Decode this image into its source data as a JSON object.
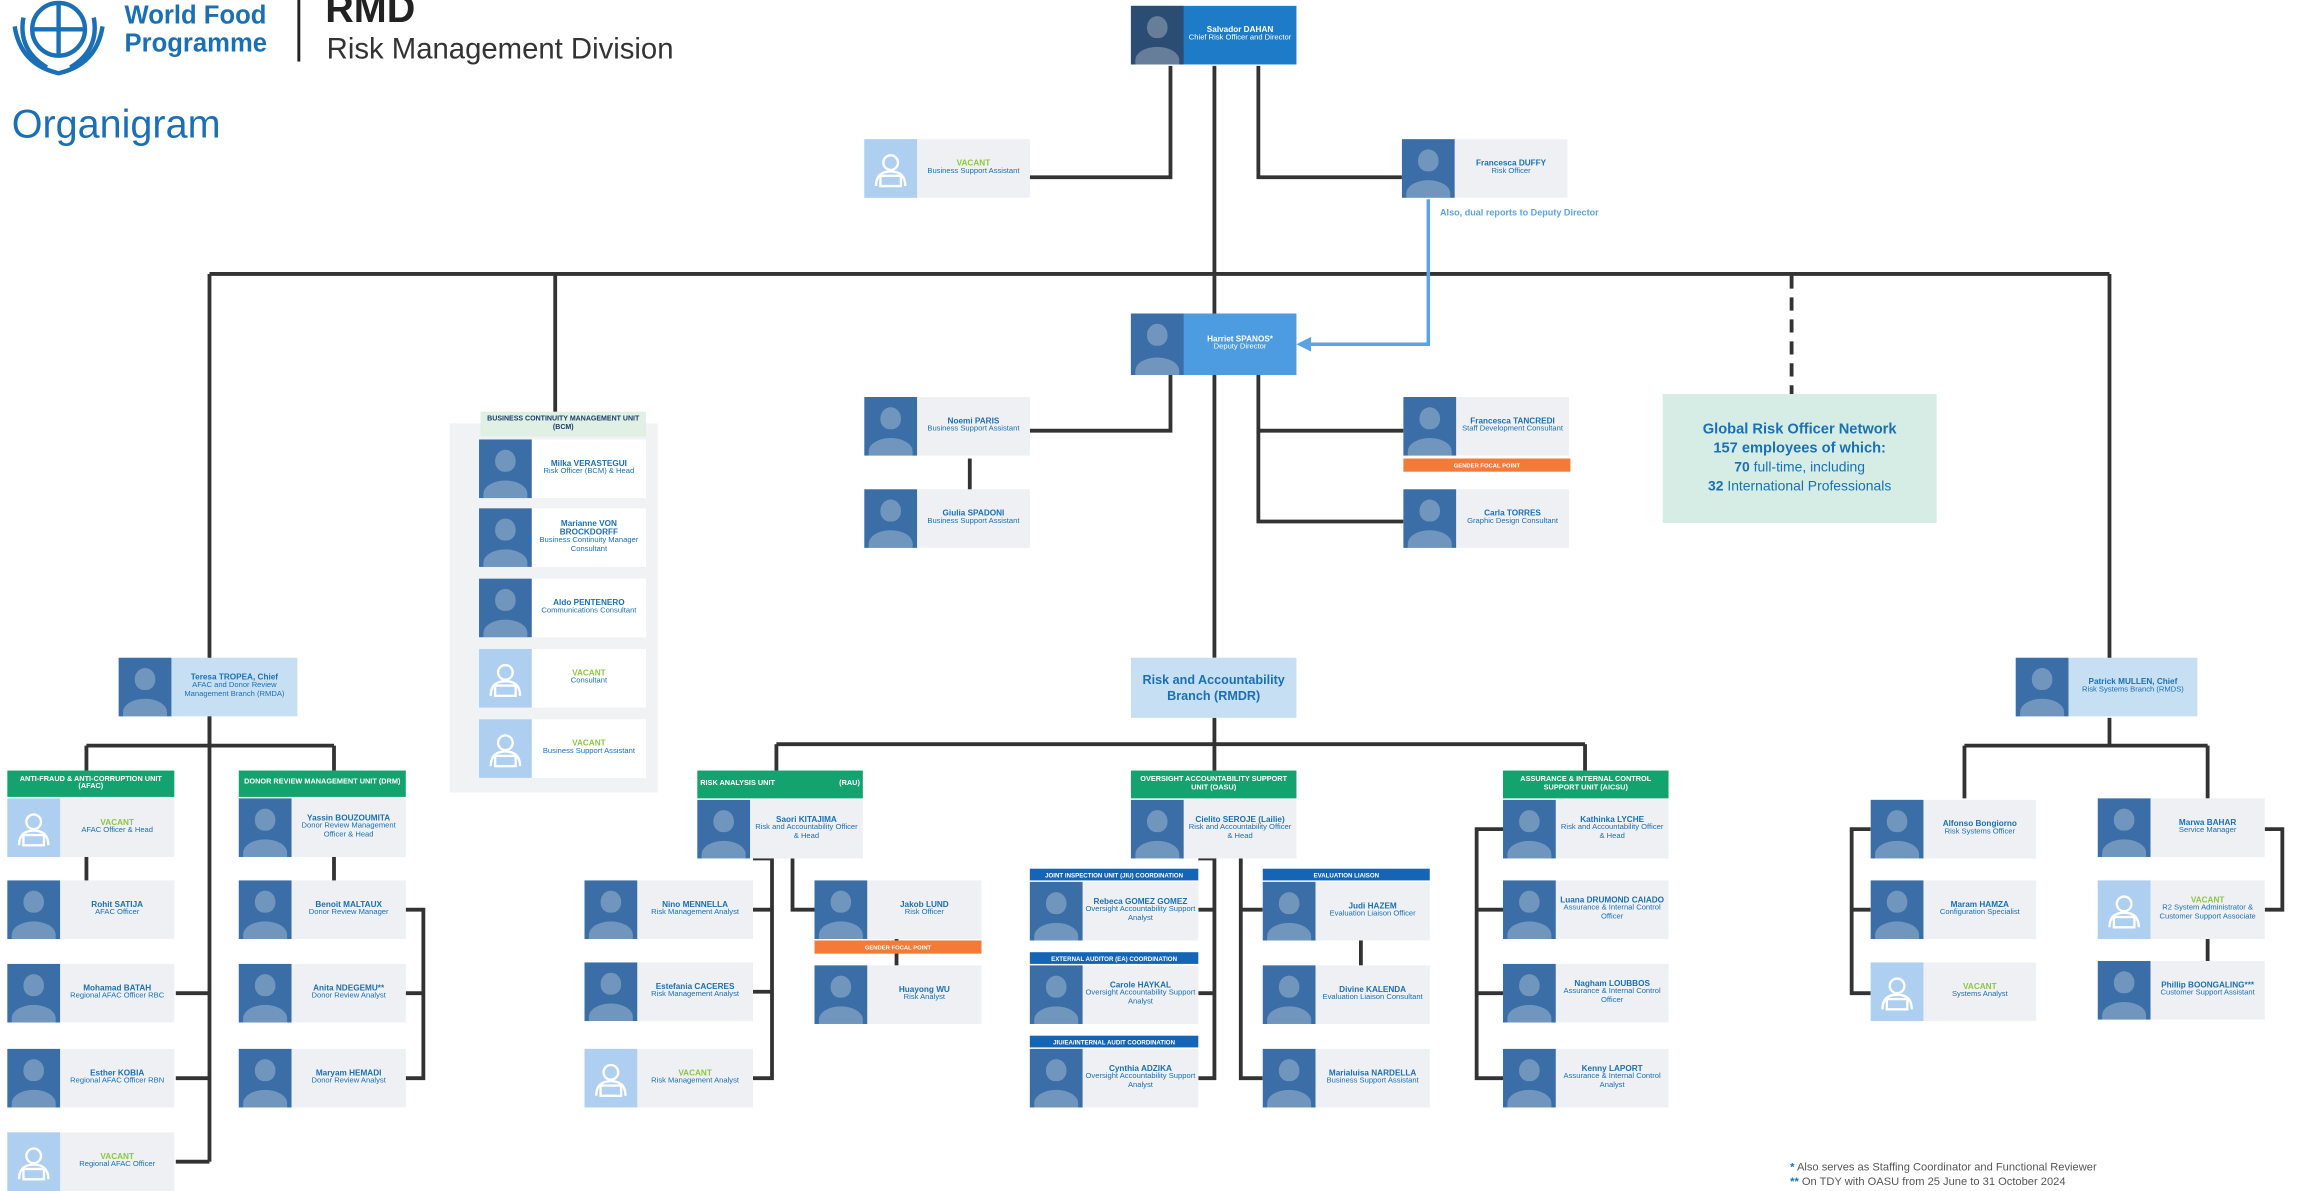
{
  "header": {
    "org_name_line1": "World Food",
    "org_name_line2": "Programme",
    "division_abbr": "RMD",
    "division_name": "Risk Management Division",
    "page_title": "Organigram"
  },
  "people": {
    "director": {
      "name": "Salvador DAHAN",
      "title": "Chief Risk Officer and Director"
    },
    "bsa_vacant_top": {
      "name": "VACANT",
      "title": "Business Support Assistant"
    },
    "duffy": {
      "name": "Francesca DUFFY",
      "title": "Risk Officer"
    },
    "deputy": {
      "name": "Harriet SPANOS*",
      "title": "Deputy Director"
    },
    "paris": {
      "name": "Noemi PARIS",
      "title": "Business Support Assistant"
    },
    "spadoni": {
      "name": "Giulia SPADONI",
      "title": "Business Support Assistant"
    },
    "tancredi": {
      "name": "Francesca TANCREDI",
      "title": "Staff Development Consultant"
    },
    "torres": {
      "name": "Carla TORRES",
      "title": "Graphic Design Consultant"
    },
    "verastegui": {
      "name": "Milka VERASTEGUI",
      "title": "Risk Officer (BCM) & Head"
    },
    "vonbrockdorff": {
      "name": "Marianne VON BROCKDORFF",
      "title": "Business Continuity Manager Consultant"
    },
    "pentenero": {
      "name": "Aldo PENTENERO",
      "title": "Communications Consultant"
    },
    "bcm_vacant1": {
      "name": "VACANT",
      "title": "Consultant"
    },
    "bcm_vacant2": {
      "name": "VACANT",
      "title": "Business Support Assistant"
    },
    "tropea": {
      "name": "Teresa TROPEA, Chief",
      "title": "AFAC and Donor Review Management Branch (RMDA)"
    },
    "afac_vacant_head": {
      "name": "VACANT",
      "title": "AFAC Officer & Head"
    },
    "satija": {
      "name": "Rohit SATIJA",
      "title": "AFAC Officer"
    },
    "batah": {
      "name": "Mohamad BATAH",
      "title": "Regional AFAC Officer RBC"
    },
    "kobia": {
      "name": "Esther KOBIA",
      "title": "Regional AFAC Officer RBN"
    },
    "afac_vacant_reg": {
      "name": "VACANT",
      "title": "Regional AFAC Officer"
    },
    "bouzoumita": {
      "name": "Yassin BOUZOUMITA",
      "title": "Donor Review Management Officer & Head"
    },
    "maltaux": {
      "name": "Benoit MALTAUX",
      "title": "Donor Review Manager"
    },
    "ndegemu": {
      "name": "Anita NDEGEMU**",
      "title": "Donor Review Analyst"
    },
    "hemadi": {
      "name": "Maryam HEMADI",
      "title": "Donor Review Analyst"
    },
    "kitajima": {
      "name": "Saori KITAJIMA",
      "title": "Risk and Accountability Officer & Head"
    },
    "mennella": {
      "name": "Nino MENNELLA",
      "title": "Risk Management Analyst"
    },
    "caceres": {
      "name": "Estefania CACERES",
      "title": "Risk Management Analyst"
    },
    "rau_vacant": {
      "name": "VACANT",
      "title": "Risk Management Analyst"
    },
    "lund": {
      "name": "Jakob LUND",
      "title": "Risk Officer"
    },
    "wu": {
      "name": "Huayong WU",
      "title": "Risk Analyst"
    },
    "seroje": {
      "name": "Cielito SEROJE (Lailie)",
      "title": "Risk and Accountability Officer & Head"
    },
    "gomez": {
      "name": "Rebeca GOMEZ GOMEZ",
      "title": "Oversight Accountability Support Analyst"
    },
    "haykal": {
      "name": "Carole HAYKAL",
      "title": "Oversight Accountability Support Analyst"
    },
    "adzika": {
      "name": "Cynthia ADZIKA",
      "title": "Oversight Accountability Support Analyst"
    },
    "hazem": {
      "name": "Judi HAZEM",
      "title": "Evaluation Liaison Officer"
    },
    "kalenda": {
      "name": "Divine KALENDA",
      "title": "Evaluation Liaison Consultant"
    },
    "nardella": {
      "name": "Marialuisa NARDELLA",
      "title": "Business Support Assistant"
    },
    "lyche": {
      "name": "Kathinka LYCHE",
      "title": "Risk and Accountability Officer & Head"
    },
    "drumond": {
      "name": "Luana DRUMOND CAIADO",
      "title": "Assurance & Internal Control Officer"
    },
    "loubbos": {
      "name": "Nagham LOUBBOS",
      "title": "Assurance & Internal Control Officer"
    },
    "laport": {
      "name": "Kenny LAPORT",
      "title": "Assurance & Internal Control Analyst"
    },
    "mullen": {
      "name": "Patrick MULLEN, Chief",
      "title": "Risk Systems Branch (RMDS)"
    },
    "bongiorno": {
      "name": "Alfonso Bongiorno",
      "title": "Risk Systems Officer"
    },
    "hamza": {
      "name": "Maram HAMZA",
      "title": "Configuration Specialist"
    },
    "rmds_vacant1": {
      "name": "VACANT",
      "title": "Systems Analyst"
    },
    "bahar": {
      "name": "Marwa BAHAR",
      "title": "Service Manager"
    },
    "rmds_vacant2": {
      "name": "VACANT",
      "title": "R2 System Administrator & Customer Support Associate"
    },
    "boongaling": {
      "name": "Phillip BOONGALING***",
      "title": "Customer Support Assistant"
    }
  },
  "units": {
    "bcm": "BUSINESS CONTINUITY MANAGEMENT UNIT (BCM)",
    "afac": "ANTI-FRAUD & ANTI-CORRUPTION UNIT (AFAC)",
    "drm": "DONOR REVIEW MANAGEMENT UNIT (DRM)",
    "rau_name": "RISK ANALYSIS UNIT",
    "rau_abbr": "(RAU)",
    "oasu": "OVERSIGHT ACCOUNTABILITY SUPPORT UNIT (OASU)",
    "aicsu": "ASSURANCE & INTERNAL CONTROL SUPPORT UNIT (AICSU)",
    "jiu": "JOINT INSPECTION UNIT (JIU) COORDINATION",
    "ea": "EXTERNAL AUDITOR (EA) COORDINATION",
    "jiu_ia": "JIU/EA/INTERNAL AUDIT COORDINATION",
    "eval": "EVALUATION LIAISON",
    "gender_focal": "GENDER FOCAL POINT"
  },
  "branch": {
    "line1": "Risk and Accountability",
    "line2": "Branch (RMDR)"
  },
  "network": {
    "line1": "Global Risk Officer Network",
    "line2": "157 employees of which:",
    "n_full": "70",
    "full_suffix": " full-time, including",
    "n_intl": "32",
    "intl_suffix": " International Professionals"
  },
  "dual_report_note": "Also, dual reports to Deputy Director",
  "footnotes": {
    "f1_mark": "*",
    "f1_text": " Also serves as Staffing Coordinator and Functional Reviewer",
    "f2_mark": "**",
    "f2_text": " On TDY with OASU from 25 June to 31 October 2024"
  },
  "colors": {
    "wfp_blue": "#1a6fb5",
    "unit_green": "#14a36e",
    "vacant_green": "#8dc63f",
    "gender_orange": "#f47a3a",
    "line": "#333333"
  }
}
